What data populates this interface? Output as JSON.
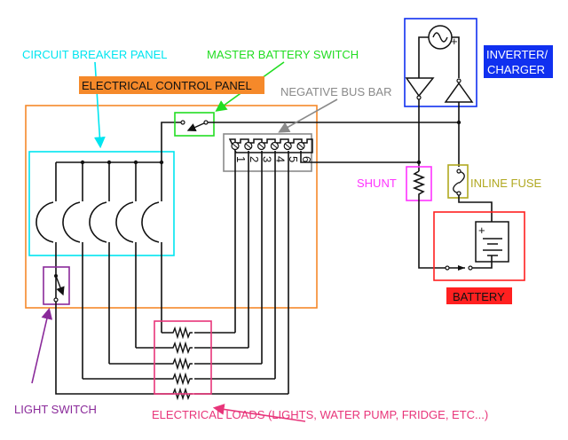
{
  "labels": {
    "circuit_breaker_panel": "CIRCUIT BREAKER PANEL",
    "master_battery_switch": "MASTER BATTERY SWITCH",
    "electrical_control_panel": "ELECTRICAL CONTROL PANEL",
    "negative_bus_bar": "NEGATIVE BUS BAR",
    "inverter_line1": "INVERTER/",
    "inverter_line2": "CHARGER",
    "shunt": "SHUNT",
    "inline_fuse": "INLINE FUSE",
    "battery": "BATTERY",
    "light_switch": "LIGHT SWITCH",
    "electrical_loads": "ELECTRICAL LOADS (LIGHTS, WATER PUMP, FRIDGE, ETC...)"
  },
  "bus_bar_terminals": [
    "1",
    "2",
    "3",
    "4",
    "5",
    "6"
  ],
  "battery_plus": "+",
  "inverter_plus": "+",
  "colors": {
    "circuit_breaker_panel": "#00e5f0",
    "master_battery_switch": "#22dd22",
    "electrical_control_panel": "#f5892a",
    "negative_bus_bar": "#8a8a8a",
    "inverter": "#1030f0",
    "shunt": "#ff33ff",
    "inline_fuse": "#b0a820",
    "battery": "#ff2020",
    "light_switch": "#8a2a9a",
    "electrical_loads": "#e8357a"
  }
}
